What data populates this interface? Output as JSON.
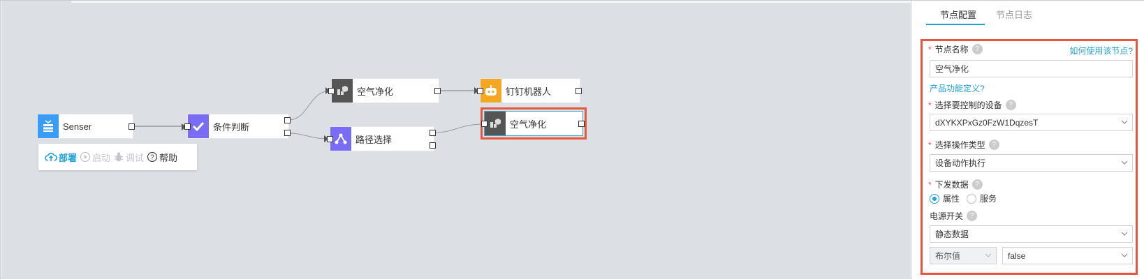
{
  "canvas": {
    "nodes": [
      {
        "id": "senser",
        "label": "Senser",
        "icon": "list-icon",
        "color": "#3b9cf5"
      },
      {
        "id": "condition",
        "label": "条件判断",
        "icon": "check-icon",
        "color": "#7b6cf6"
      },
      {
        "id": "air1",
        "label": "空气净化",
        "icon": "device-icon",
        "color": "#555555"
      },
      {
        "id": "route",
        "label": "路径选择",
        "icon": "route-icon",
        "color": "#7b6cf6"
      },
      {
        "id": "dingtalk",
        "label": "钉钉机器人",
        "icon": "robot-icon",
        "color": "#f5a623"
      },
      {
        "id": "air2",
        "label": "空气净化",
        "icon": "device-icon",
        "color": "#555555"
      }
    ],
    "toolbar": {
      "deploy": "部署",
      "start": "启动",
      "debug": "调试",
      "help": "帮助"
    }
  },
  "panel": {
    "tabs": {
      "config": "节点配置",
      "log": "节点日志"
    },
    "how_to_link": "如何使用该节点?",
    "node_name_label": "节点名称",
    "node_name_value": "空气净化",
    "product_def_link": "产品功能定义?",
    "device_label": "选择要控制的设备",
    "device_value": "dXYKXPxGz0FzW1DqzesT",
    "op_type_label": "选择操作类型",
    "op_type_value": "设备动作执行",
    "send_data_label": "下发数据",
    "radio_property": "属性",
    "radio_service": "服务",
    "power_label": "电源开关",
    "power_value": "静态数据",
    "bool_label": "布尔值",
    "bool_value": "false"
  },
  "colors": {
    "accent": "#1ea1d6",
    "highlight": "#e8553f"
  }
}
